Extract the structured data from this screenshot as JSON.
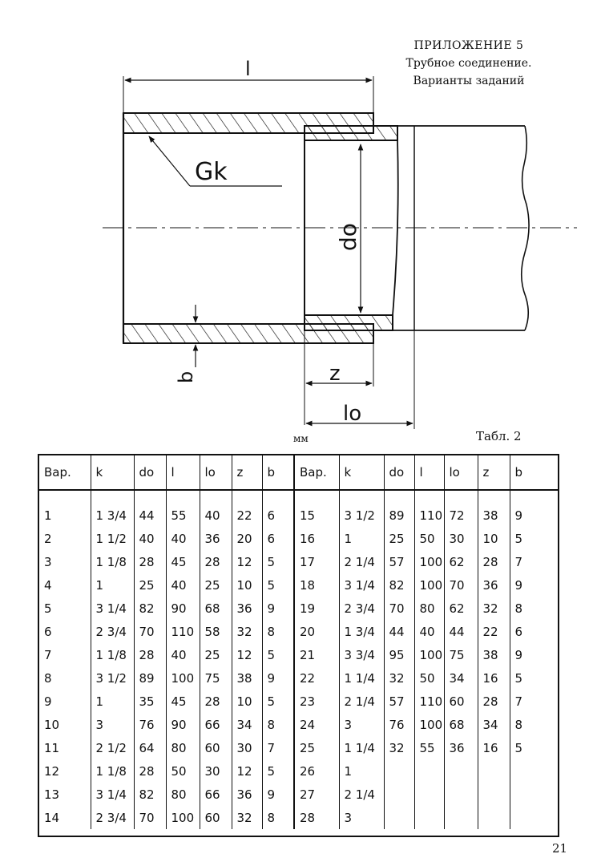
{
  "heading": {
    "line1": "ПРИЛОЖЕНИЕ 5",
    "line2": "Трубное соединение.",
    "line3": "Варианты заданий"
  },
  "drawing": {
    "labels": {
      "length": "l",
      "thread": "Gk",
      "diameter": "do",
      "wall": "b",
      "offset": "z",
      "thread_length": "lo"
    }
  },
  "units": "мм",
  "table_caption": "Табл. 2",
  "table": {
    "columns": [
      "Вар.",
      "k",
      "do",
      "l",
      "lo",
      "z",
      "b",
      "Вар.",
      "k",
      "do",
      "l",
      "lo",
      "z",
      "b"
    ],
    "rows": [
      [
        "1",
        "1 3/4",
        "44",
        "55",
        "40",
        "22",
        "6",
        "15",
        "3 1/2",
        "89",
        "110",
        "72",
        "38",
        "9"
      ],
      [
        "2",
        "1 1/2",
        "40",
        "40",
        "36",
        "20",
        "6",
        "16",
        "1",
        "25",
        "50",
        "30",
        "10",
        "5"
      ],
      [
        "3",
        "1 1/8",
        "28",
        "45",
        "28",
        "12",
        "5",
        "17",
        "2 1/4",
        "57",
        "100",
        "62",
        "28",
        "7"
      ],
      [
        "4",
        "1",
        "25",
        "40",
        "25",
        "10",
        "5",
        "18",
        "3 1/4",
        "82",
        "100",
        "70",
        "36",
        "9"
      ],
      [
        "5",
        "3 1/4",
        "82",
        "90",
        "68",
        "36",
        "9",
        "19",
        "2 3/4",
        "70",
        "80",
        "62",
        "32",
        "8"
      ],
      [
        "6",
        "2 3/4",
        "70",
        "110",
        "58",
        "32",
        "8",
        "20",
        "1 3/4",
        "44",
        "40",
        "44",
        "22",
        "6"
      ],
      [
        "7",
        "1 1/8",
        "28",
        "40",
        "25",
        "12",
        "5",
        "21",
        "3 3/4",
        "95",
        "100",
        "75",
        "38",
        "9"
      ],
      [
        "8",
        "3 1/2",
        "89",
        "100",
        "75",
        "38",
        "9",
        "22",
        "1 1/4",
        "32",
        "50",
        "34",
        "16",
        "5"
      ],
      [
        "9",
        "1",
        "35",
        "45",
        "28",
        "10",
        "5",
        "23",
        "2 1/4",
        "57",
        "110",
        "60",
        "28",
        "7"
      ],
      [
        "10",
        "3",
        "76",
        "90",
        "66",
        "34",
        "8",
        "24",
        "3",
        "76",
        "100",
        "68",
        "34",
        "8"
      ],
      [
        "11",
        "2 1/2",
        "64",
        "80",
        "60",
        "30",
        "7",
        "25",
        "1 1/4",
        "32",
        "55",
        "36",
        "16",
        "5"
      ],
      [
        "12",
        "1 1/8",
        "28",
        "50",
        "30",
        "12",
        "5",
        "26",
        "1",
        "",
        "",
        "",
        "",
        ""
      ],
      [
        "13",
        "3 1/4",
        "82",
        "80",
        "66",
        "36",
        "9",
        "27",
        "2 1/4",
        "",
        "",
        "",
        "",
        ""
      ],
      [
        "14",
        "2 3/4",
        "70",
        "100",
        "60",
        "32",
        "8",
        "28",
        "3",
        "",
        "",
        "",
        "",
        ""
      ]
    ]
  },
  "page_number": "21"
}
